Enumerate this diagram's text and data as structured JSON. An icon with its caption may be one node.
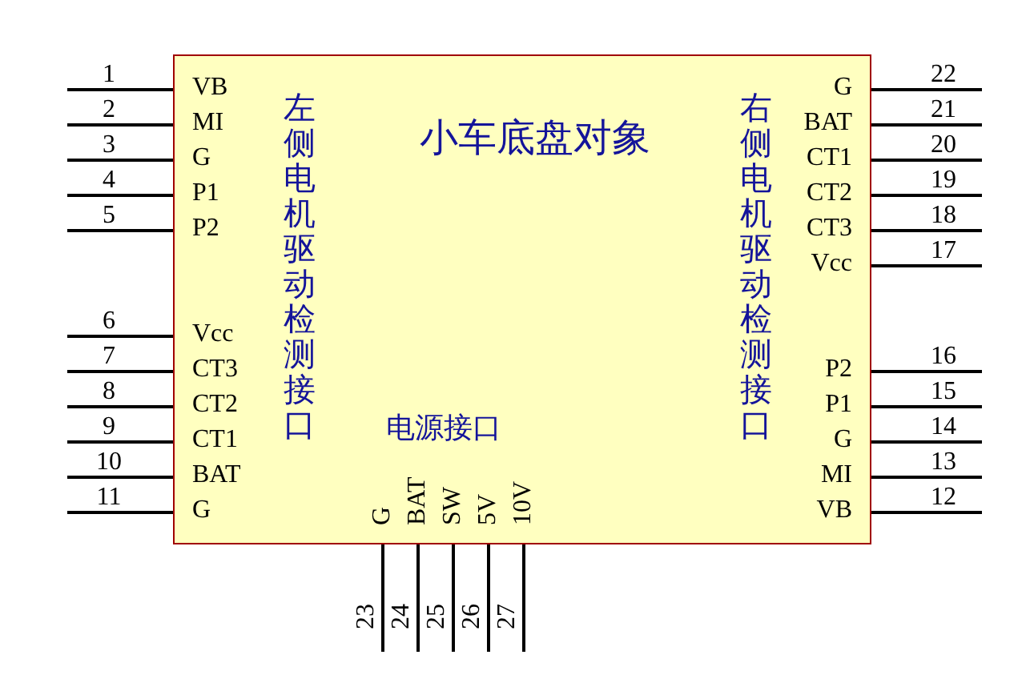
{
  "diagram": {
    "nodes": [
      {
        "text": [
          "左侧电机驱动检测接口",
          "小车底盘对象",
          "电源接口",
          "右侧电机驱动检测接口"
        ]
      }
    ],
    "labels": [
      "1",
      "VB",
      "2",
      "MI",
      "3",
      "G",
      "4",
      "P1",
      "5",
      "P2",
      "6",
      "Vcc",
      "7",
      "CT3",
      "8",
      "CT2",
      "9",
      "CT1",
      "10",
      "BAT",
      "11",
      "G",
      "G",
      "BAT",
      "SW",
      "5V",
      "10V",
      "23",
      "24",
      "25",
      "26",
      "27",
      "22",
      "G",
      "21",
      "BAT",
      "20",
      "CT1",
      "19",
      "CT2",
      "18",
      "CT3",
      "17",
      "Vcc",
      "16",
      "P2",
      "15",
      "P1",
      "14",
      "G",
      "13",
      "MI",
      "12",
      "VB"
    ]
  }
}
